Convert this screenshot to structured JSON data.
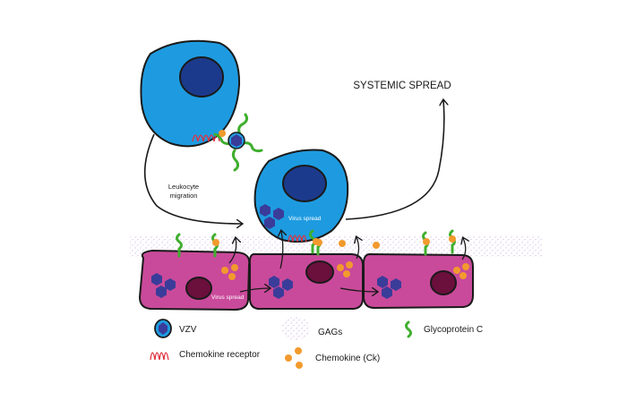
{
  "diagram": {
    "title": "SYSTEMIC SPREAD",
    "annotations": {
      "leukocyte_migration_line1": "Leukocyte",
      "leukocyte_migration_line2": "migration",
      "virus_spread_leukocyte": "Virus spread",
      "virus_spread_epithelial": "Virus spread"
    },
    "colors": {
      "leukocyte_body": "#1e9be0",
      "leukocyte_nucleus": "#1c3a8c",
      "epithelial_body": "#c94a9a",
      "epithelial_nucleus": "#6b0f3c",
      "virus_hexagon": "#3a3c9a",
      "glycoprotein": "#3fae2e",
      "chemokine": "#f29a2e",
      "receptor": "#e03040",
      "gags": "#c6a6da",
      "outline": "#1a1a1a"
    }
  },
  "legend": {
    "items": [
      {
        "key": "vzv",
        "label": "VZV"
      },
      {
        "key": "gags",
        "label": "GAGs"
      },
      {
        "key": "glycoprotein",
        "label": "Glycoprotein C"
      },
      {
        "key": "receptor",
        "label": "Chemokine receptor"
      },
      {
        "key": "chemokine",
        "label": "Chemokine (Ck)"
      }
    ]
  }
}
